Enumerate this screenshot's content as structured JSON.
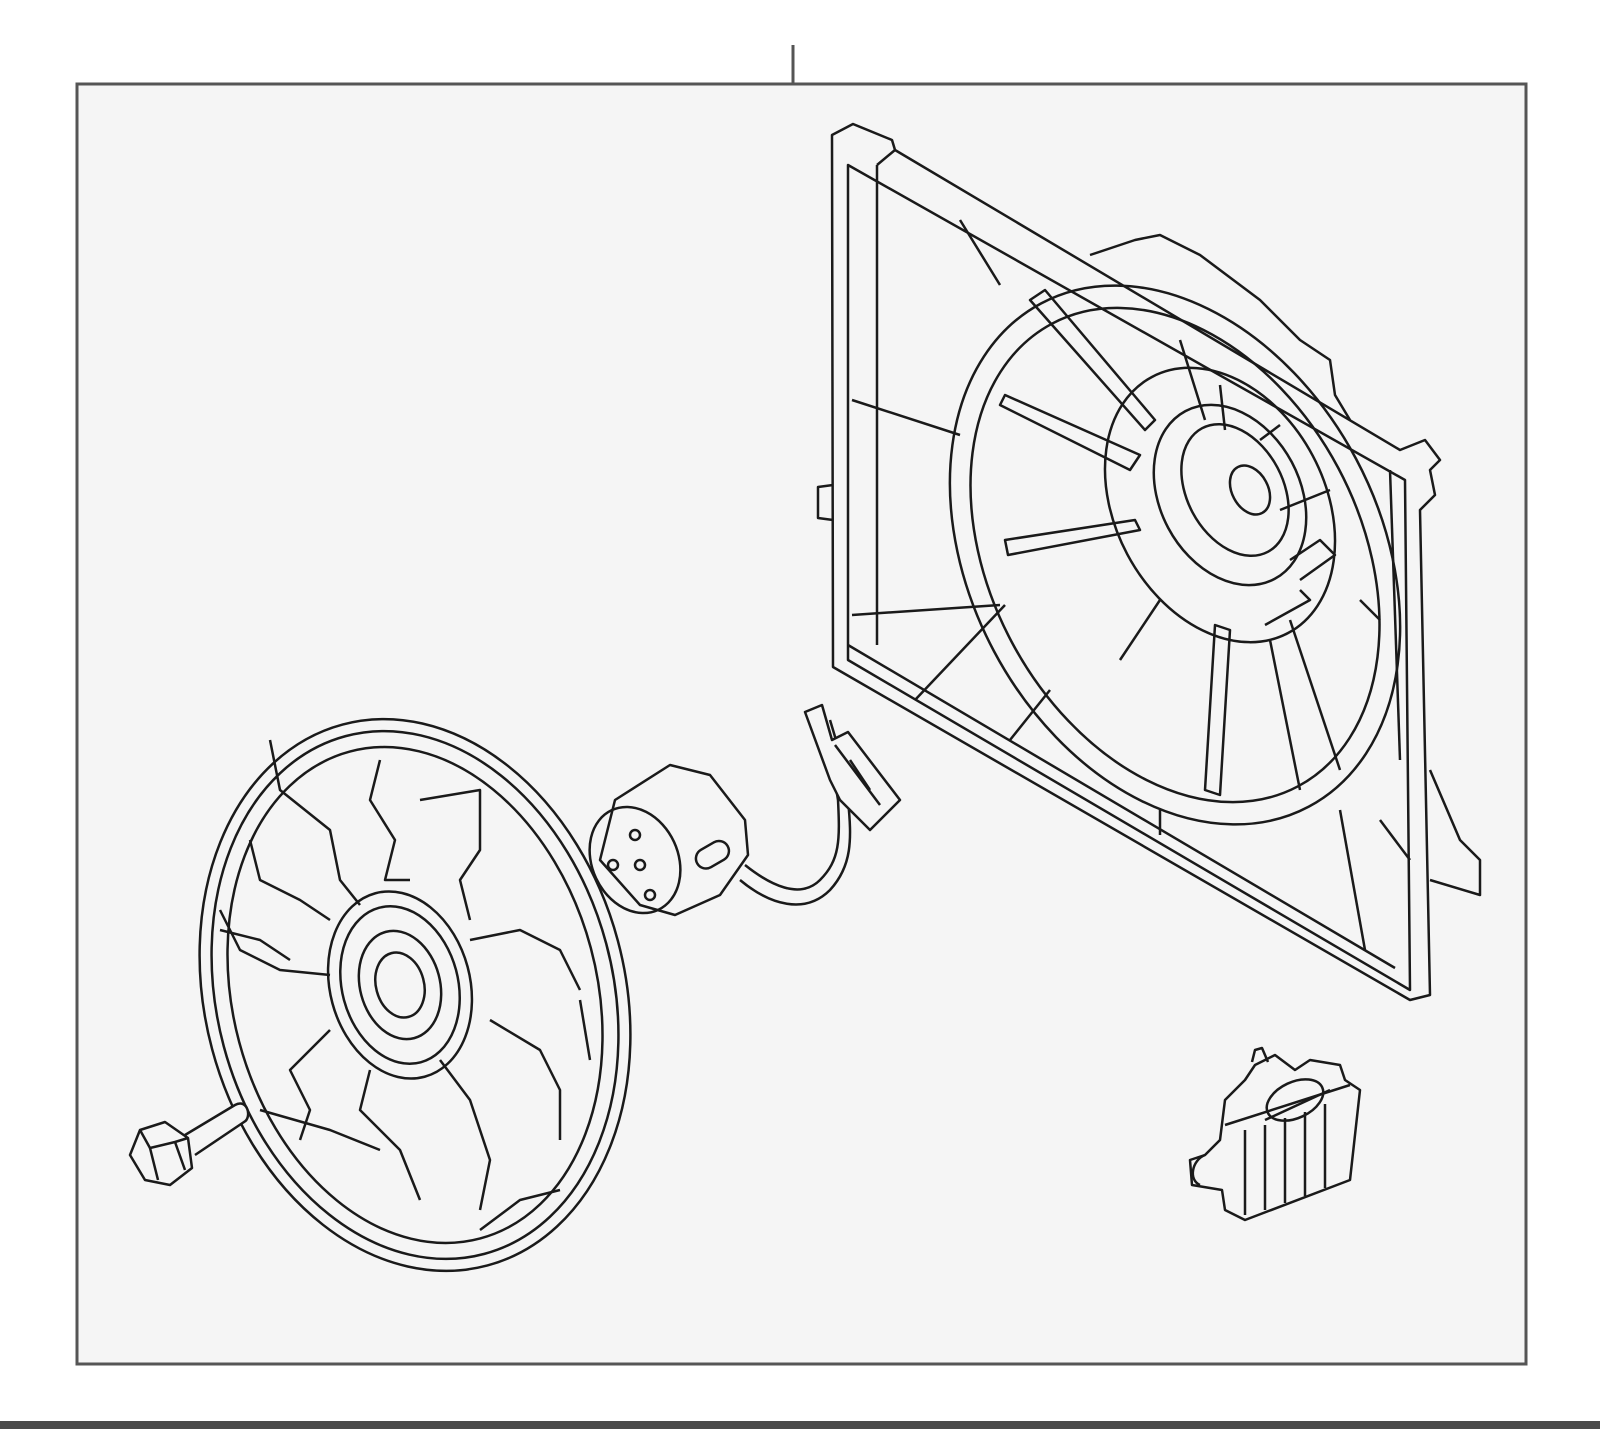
{
  "diagram": {
    "colors": {
      "background": "#ffffff",
      "panel_fill": "#f5f5f5",
      "line": "#1a1a1a",
      "frame_line": "#555555",
      "bottom_bar": "#4a4a4a"
    },
    "parts": [
      {
        "id": "fan-shroud",
        "icon": "fan-shroud-icon"
      },
      {
        "id": "fan-blade",
        "icon": "fan-blade-icon"
      },
      {
        "id": "fan-motor",
        "icon": "fan-motor-icon"
      },
      {
        "id": "mounting-bolt",
        "icon": "bolt-icon"
      },
      {
        "id": "fan-resistor",
        "icon": "resistor-icon"
      }
    ]
  }
}
